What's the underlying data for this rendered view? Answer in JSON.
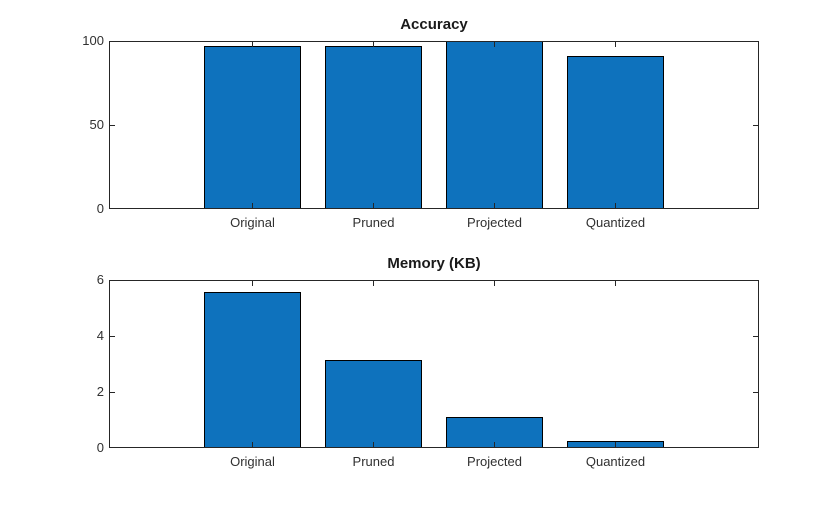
{
  "figure": {
    "background": "#ffffff"
  },
  "colors": {
    "bar_fill": "#0E72BD",
    "bar_edge": "#000000",
    "axis_frame": "#262626",
    "tick_label": "#303030",
    "title_text": "#1A1A1A"
  },
  "chart_data": [
    {
      "type": "bar",
      "title": "Accuracy",
      "categories": [
        "Original",
        "Pruned",
        "Projected",
        "Quantized"
      ],
      "values": [
        97,
        97,
        100,
        91
      ],
      "ylim": [
        0,
        100
      ],
      "yticks": [
        "0",
        "50",
        "100"
      ],
      "ytick_values": [
        0,
        50,
        100
      ],
      "xlabel": "",
      "ylabel": "",
      "grid": false,
      "legend": "none",
      "bar_color": "#0E72BD"
    },
    {
      "type": "bar",
      "title": "Memory (KB)",
      "categories": [
        "Original",
        "Pruned",
        "Projected",
        "Quantized"
      ],
      "values": [
        5.57,
        3.15,
        1.12,
        0.26
      ],
      "ylim": [
        0,
        6
      ],
      "yticks": [
        "0",
        "2",
        "4",
        "6"
      ],
      "ytick_values": [
        0,
        2,
        4,
        6
      ],
      "xlabel": "",
      "ylabel": "",
      "grid": false,
      "legend": "none",
      "bar_color": "#0E72BD"
    }
  ]
}
